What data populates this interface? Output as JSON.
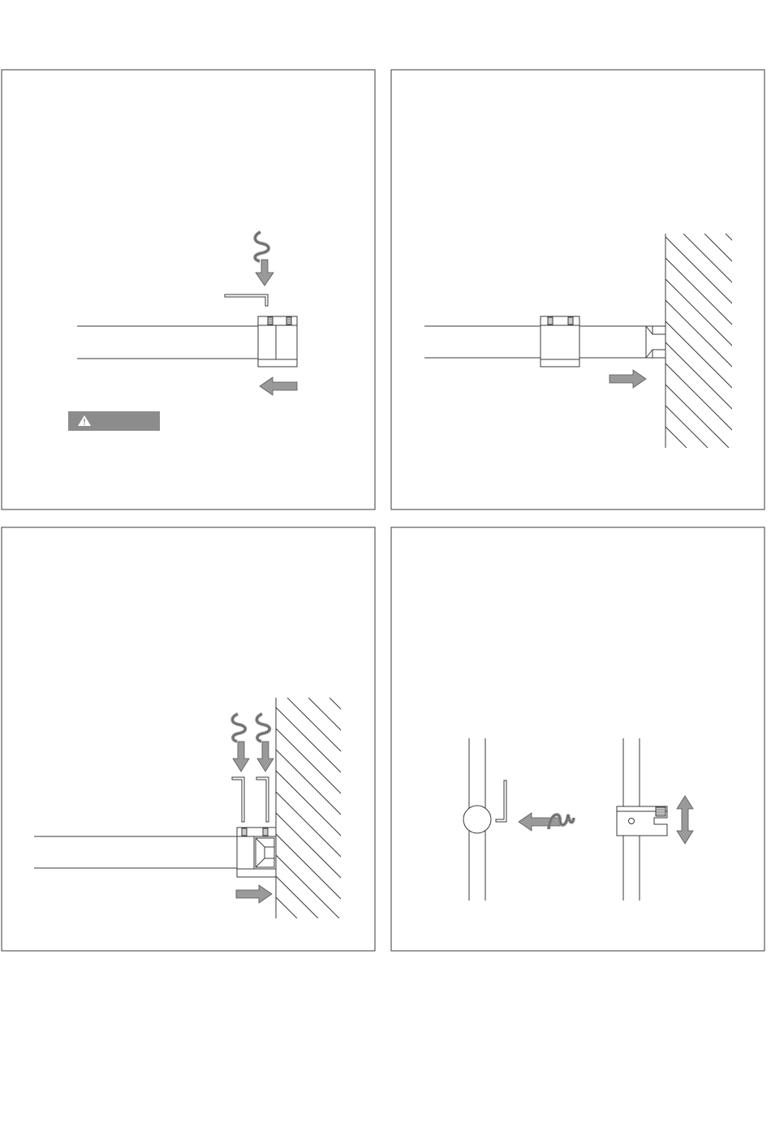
{
  "colors": {
    "line": "#3a3a3a",
    "arrow_fill": "#9a9a9a",
    "arrow_stroke": "#555555",
    "warning_bg": "#8c8c8c",
    "warning_icon": "#ffffff",
    "paper": "#ffffff"
  },
  "panels": [
    {
      "name": "panel-1-screw-tightening",
      "icons": [
        "rotate-screw-icon",
        "hex-key-icon",
        "arrow-left-icon",
        "warning-icon"
      ]
    },
    {
      "name": "panel-2-slide-to-wall",
      "icons": [
        "arrow-right-icon",
        "wall-hatching"
      ]
    },
    {
      "name": "panel-3-fix-against-wall",
      "icons": [
        "rotate-screw-icon",
        "hex-key-icon",
        "arrow-right-icon",
        "wall-hatching"
      ]
    },
    {
      "name": "panel-4-vertical-clamp",
      "icons": [
        "hex-key-icon",
        "rotate-screw-icon",
        "arrow-up-down-icon"
      ]
    }
  ],
  "warning": {
    "label": ""
  }
}
